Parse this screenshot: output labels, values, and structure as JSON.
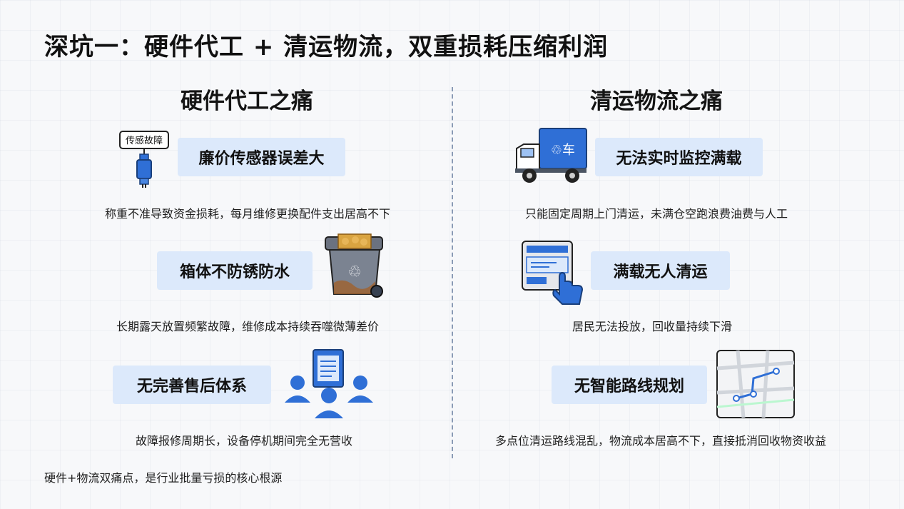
{
  "slide": {
    "title": "深坑一：硬件代工 + 清运物流，双重损耗压缩利润",
    "footer": "硬件+物流双痛点，是行业批量亏损的核心根源"
  },
  "left": {
    "heading": "硬件代工之痛",
    "items": [
      {
        "label": "廉价传感器误差大",
        "desc": "称重不准导致资金损耗，每月维修更换配件支出居高不下",
        "icon": "sensor-fault-icon",
        "icon_tag": "传感故障"
      },
      {
        "label": "箱体不防锈防水",
        "desc": "长期露天放置频繁故障，维修成本持续吞噬微薄差价",
        "icon": "rusty-bin-icon"
      },
      {
        "label": "无完善售后体系",
        "desc": "故障报修周期长，设备停机期间完全无营收",
        "icon": "support-team-icon"
      }
    ]
  },
  "right": {
    "heading": "清运物流之痛",
    "items": [
      {
        "label": "无法实时监控满载",
        "desc": "只能固定周期上门清运，未满仓空跑浪费油费与人工",
        "icon": "truck-icon",
        "icon_tag": "♲车"
      },
      {
        "label": "满载无人清运",
        "desc": "居民无法投放，回收量持续下滑",
        "icon": "touch-screen-icon"
      },
      {
        "label": "无智能路线规划",
        "desc": "多点位清运路线混乱，物流成本居高不下，直接抵消回收物资收益",
        "icon": "route-map-icon"
      }
    ]
  },
  "colors": {
    "accent": "#2f6fd6",
    "pill": "#dce9fb",
    "divider": "#8a9bb5"
  }
}
